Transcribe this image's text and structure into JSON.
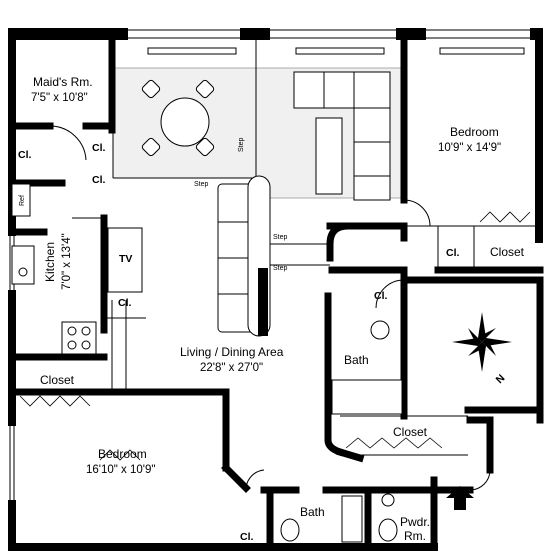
{
  "rooms": {
    "maids_room": {
      "name": "Maid's Rm.",
      "dims": "7'5\" x 10'8\""
    },
    "bedroom_top": {
      "name": "Bedroom",
      "dims": "10'9\" x 14'9\""
    },
    "kitchen": {
      "name": "Kitchen",
      "dims": "7'0\" x 13'4\""
    },
    "living_dining": {
      "name": "Living / Dining Area",
      "dims": "22'8\" x 27'0\""
    },
    "bedroom_bottom": {
      "name": "Bedroom",
      "dims": "16'10\" x 10'9\""
    },
    "bath_center": {
      "name": "Bath"
    },
    "bath_bottom": {
      "name": "Bath"
    },
    "powder_room": {
      "name": "Pwdr.",
      "name_line2": "Rm."
    }
  },
  "closets": {
    "cl": "Cl.",
    "closet": "Closet"
  },
  "fixtures": {
    "tv": "TV",
    "step": "Step",
    "ref": "Ref"
  },
  "compass": {
    "label": "N"
  }
}
